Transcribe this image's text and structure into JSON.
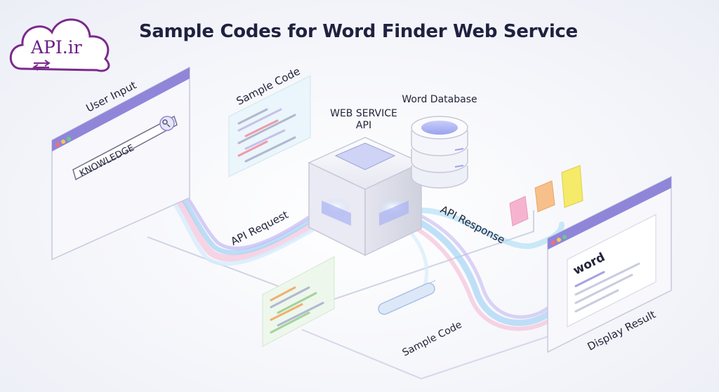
{
  "title": "Sample Codes for Word Finder Web Service",
  "logo": {
    "text": "API.ir",
    "color": "#7b2a8c"
  },
  "labels": {
    "user_input": "User Input",
    "search_value": "KNOWLEDGE",
    "sample_code_top": "Sample Code",
    "web_service_line1": "WEB SERVICE",
    "web_service_line2": "API",
    "word_database": "Word Database",
    "api_request": "API Request",
    "api_response": "API Response",
    "result_word": "word",
    "display_result": "Display Result",
    "sample_code_bottom": "Sample Code"
  },
  "colors": {
    "accent": "#7d6fd6",
    "window_bar": "#8f86d9",
    "flow_blue": "#7fc3ee",
    "flow_pink": "#f0b4d2",
    "note_pink": "#f6b3cf",
    "note_orange": "#f7c08a",
    "note_yellow": "#f5ea6a"
  },
  "icons": [
    "search-icon",
    "logo-cloud-icon",
    "swap-arrows-icon",
    "database-icon",
    "server-cube-icon"
  ]
}
